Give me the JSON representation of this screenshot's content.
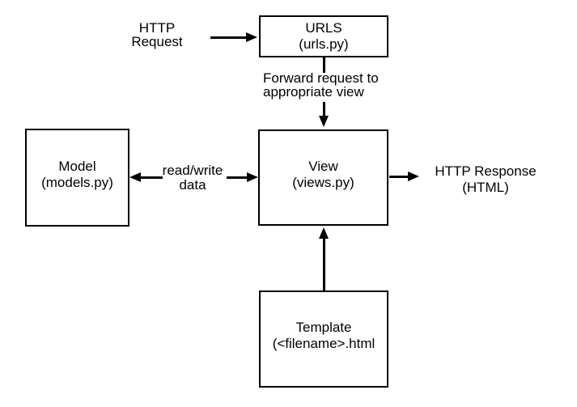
{
  "colors": {
    "background": "#ffffff",
    "line": "#000000",
    "text": "#000000",
    "box_fill": "#ffffff"
  },
  "boxes": {
    "urls": {
      "title": "URLS",
      "subtitle": "(urls.py)"
    },
    "model": {
      "title": "Model",
      "subtitle": "(models.py)"
    },
    "view": {
      "title": "View",
      "subtitle": "(views.py)"
    },
    "template": {
      "title": "Template",
      "subtitle": "(<filename>.html"
    }
  },
  "labels": {
    "http_request": {
      "line1": "HTTP",
      "line2": "Request"
    },
    "forward_request": {
      "line1": "Forward request to",
      "line2": "appropriate view"
    },
    "read_write": {
      "line1": "read/write",
      "line2": "data"
    },
    "http_response": {
      "line1": "HTTP Response",
      "line2": "(HTML)"
    }
  }
}
